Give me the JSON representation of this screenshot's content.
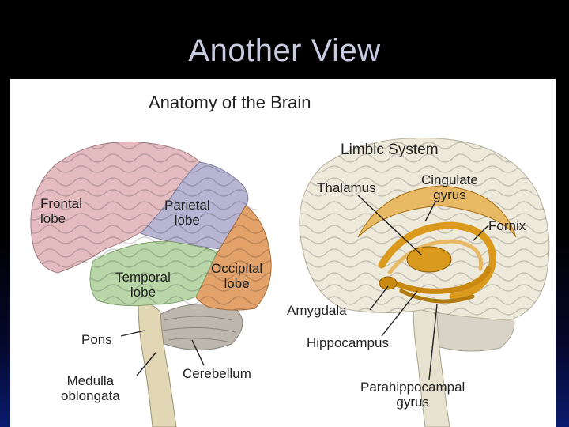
{
  "slide": {
    "title": "Another View"
  },
  "figure": {
    "heading": "Anatomy of the Brain",
    "left_labels": {
      "frontal": "Frontal\nlobe",
      "parietal": "Parietal\nlobe",
      "temporal": "Temporal\nlobe",
      "occipital": "Occipital\nlobe",
      "pons": "Pons",
      "medulla": "Medulla\noblongata",
      "cerebellum": "Cerebellum"
    },
    "right_labels": {
      "system": "Limbic System",
      "thalamus": "Thalamus",
      "cingulate": "Cingulate\ngyrus",
      "fornix": "Fornix",
      "amygdala": "Amygdala",
      "hippocampus": "Hippocampus",
      "parahippocampal": "Parahippocampal\ngyrus"
    }
  },
  "colors": {
    "frontal": "#e4bcc0",
    "parietal": "#b7b5d2",
    "temporal": "#b9d6a9",
    "occipital": "#e3a26a",
    "brainstem": "#e1d7b4",
    "cerebellum": "#bdb7ad",
    "limbic_brain": "#eeeadb",
    "limbic_structures": "#d99a1e"
  }
}
